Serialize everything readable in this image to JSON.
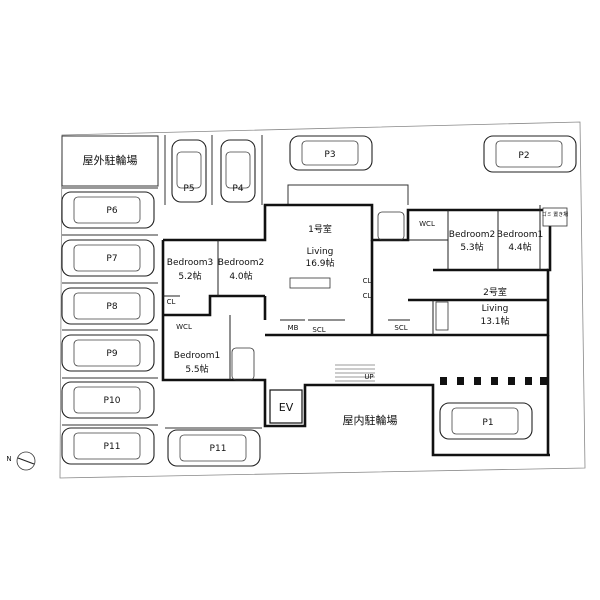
{
  "site": {
    "outdoor_bike_parking": "屋外駐輪場",
    "indoor_bike_parking": "屋内駐輪場",
    "elevator": "EV",
    "stairs_up": "UP",
    "trash": "ゴミ\n置き場",
    "compass_letter": "N"
  },
  "parking": [
    "P1",
    "P2",
    "P3",
    "P4",
    "P5",
    "P6",
    "P7",
    "P8",
    "P9",
    "P10",
    "P11",
    "P11"
  ],
  "unit_left": {
    "bedroom3_name": "Bedroom3",
    "bedroom3_size": "5.2帖",
    "bedroom2_name": "Bedroom2",
    "bedroom2_size": "4.0帖",
    "bedroom1_name": "Bedroom1",
    "bedroom1_size": "5.5帖",
    "cl": "CL",
    "wcl": "WCL",
    "mb": "MB",
    "scl": "SCL"
  },
  "unit_1": {
    "title": "1号室",
    "living_name": "Living",
    "living_size": "16.9帖",
    "cl": "CL"
  },
  "unit_2": {
    "title": "2号室",
    "living_name": "Living",
    "living_size": "13.1帖",
    "bedroom2_name": "Bedroom2",
    "bedroom2_size": "5.3帖",
    "bedroom1_name": "Bedroom1",
    "bedroom1_size": "4.4帖",
    "wcl": "WCL",
    "cl": "CL",
    "scl": "SCL"
  }
}
